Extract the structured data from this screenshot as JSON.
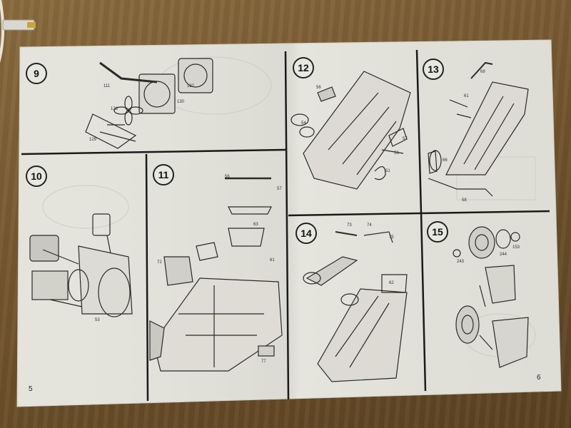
{
  "photo": {
    "subject": "model kit instruction sheet photographed on wooden table",
    "colors": {
      "table": "#7a5c33",
      "paper": "#e4e4dc",
      "ink": "#222222"
    }
  },
  "steps": [
    {
      "number": "9"
    },
    {
      "number": "10"
    },
    {
      "number": "11"
    },
    {
      "number": "12"
    },
    {
      "number": "13"
    },
    {
      "number": "14"
    },
    {
      "number": "15"
    }
  ],
  "page_numbers": {
    "left": "5",
    "right": "6"
  },
  "part_labels": {
    "s9": [
      "111",
      "128",
      "129",
      "130",
      "132"
    ],
    "s10": [
      "53"
    ],
    "s11": [
      "56",
      "57",
      "63",
      "72",
      "77",
      "61"
    ],
    "s12": [
      "56",
      "54",
      "53",
      "57",
      "51"
    ],
    "s13": [
      "69",
      "61",
      "66",
      "58"
    ],
    "s14": [
      "73",
      "74",
      "75",
      "62"
    ],
    "s15": [
      "244",
      "243",
      "153"
    ]
  }
}
